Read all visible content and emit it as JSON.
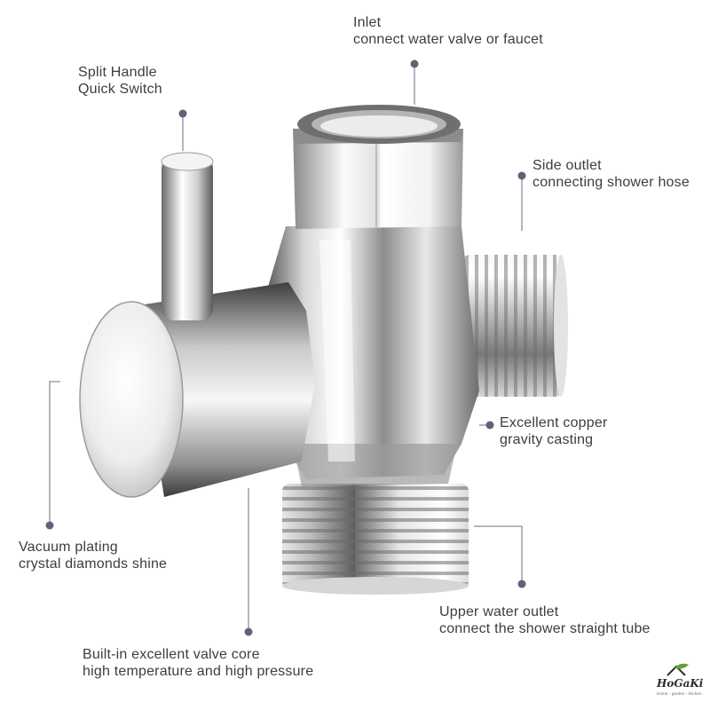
{
  "annotations": {
    "inlet": {
      "title": "Inlet",
      "detail": "connect water valve or faucet"
    },
    "handle": {
      "title": "Split Handle",
      "detail": "Quick Switch"
    },
    "side_outlet": {
      "title": "Side outlet",
      "detail": "connecting shower hose"
    },
    "copper": {
      "title": "Excellent copper",
      "detail": "gravity casting"
    },
    "plating": {
      "title": "Vacuum plating",
      "detail": "crystal diamonds shine"
    },
    "upper_outlet": {
      "title": "Upper water outlet",
      "detail": "connect the shower straight tube"
    },
    "valve_core": {
      "title": "Built-in excellent valve core",
      "detail": "high temperature and high pressure"
    }
  },
  "logo": {
    "brand": "HoGaKi",
    "tagline": "Home - garden - kitchen"
  },
  "colors": {
    "text": "#3d3d3d",
    "leader": "#8a8fa0",
    "dot": "#5f6378",
    "chrome_dark": "#4a4a4a",
    "chrome_light": "#f4f4f4"
  }
}
